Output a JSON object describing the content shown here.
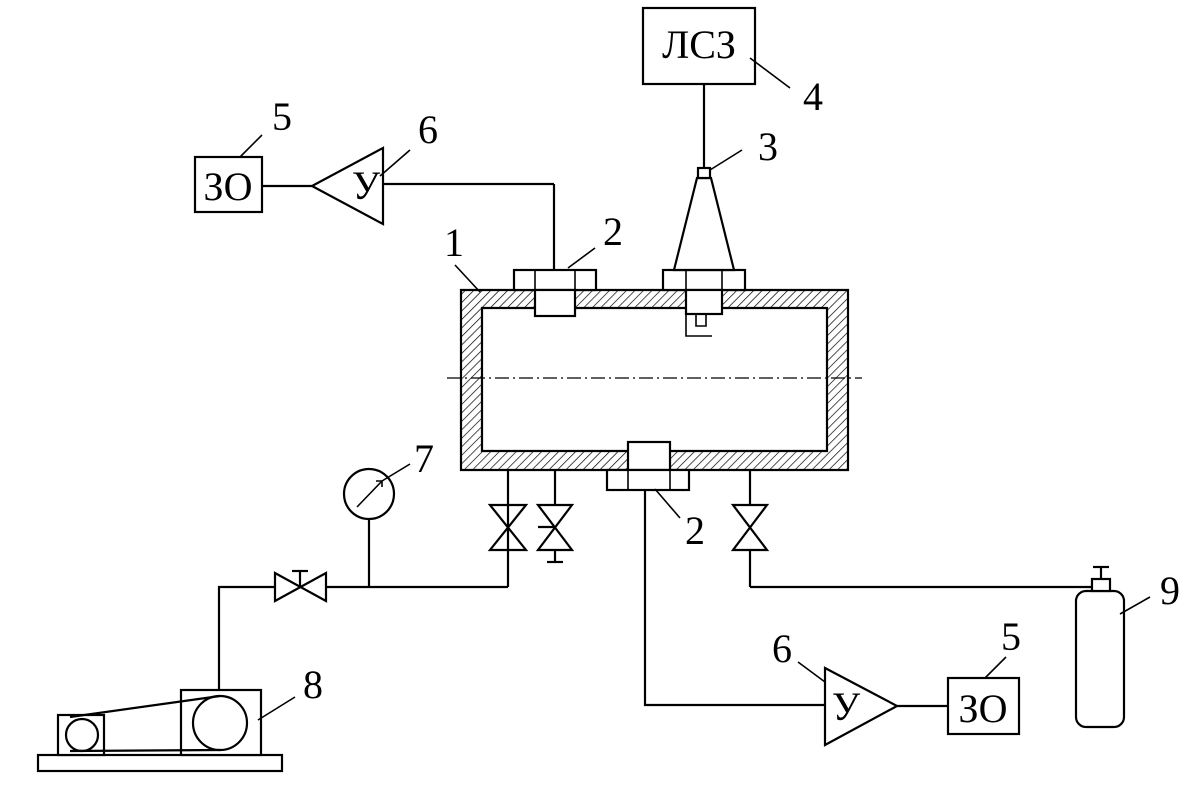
{
  "diagram": {
    "callouts": {
      "n1": "1",
      "n2_top": "2",
      "n2_bottom": "2",
      "n3": "3",
      "n4": "4",
      "n5_left": "5",
      "n5_right": "5",
      "n6_left": "6",
      "n6_right": "6",
      "n7": "7",
      "n8": "8",
      "n9": "9"
    },
    "boxes": {
      "laser_unit": "ЛСЗ",
      "oscilloscope_left": "ЗО",
      "oscilloscope_right": "ЗО"
    },
    "amplifiers": {
      "left": "У",
      "right": "У"
    }
  }
}
